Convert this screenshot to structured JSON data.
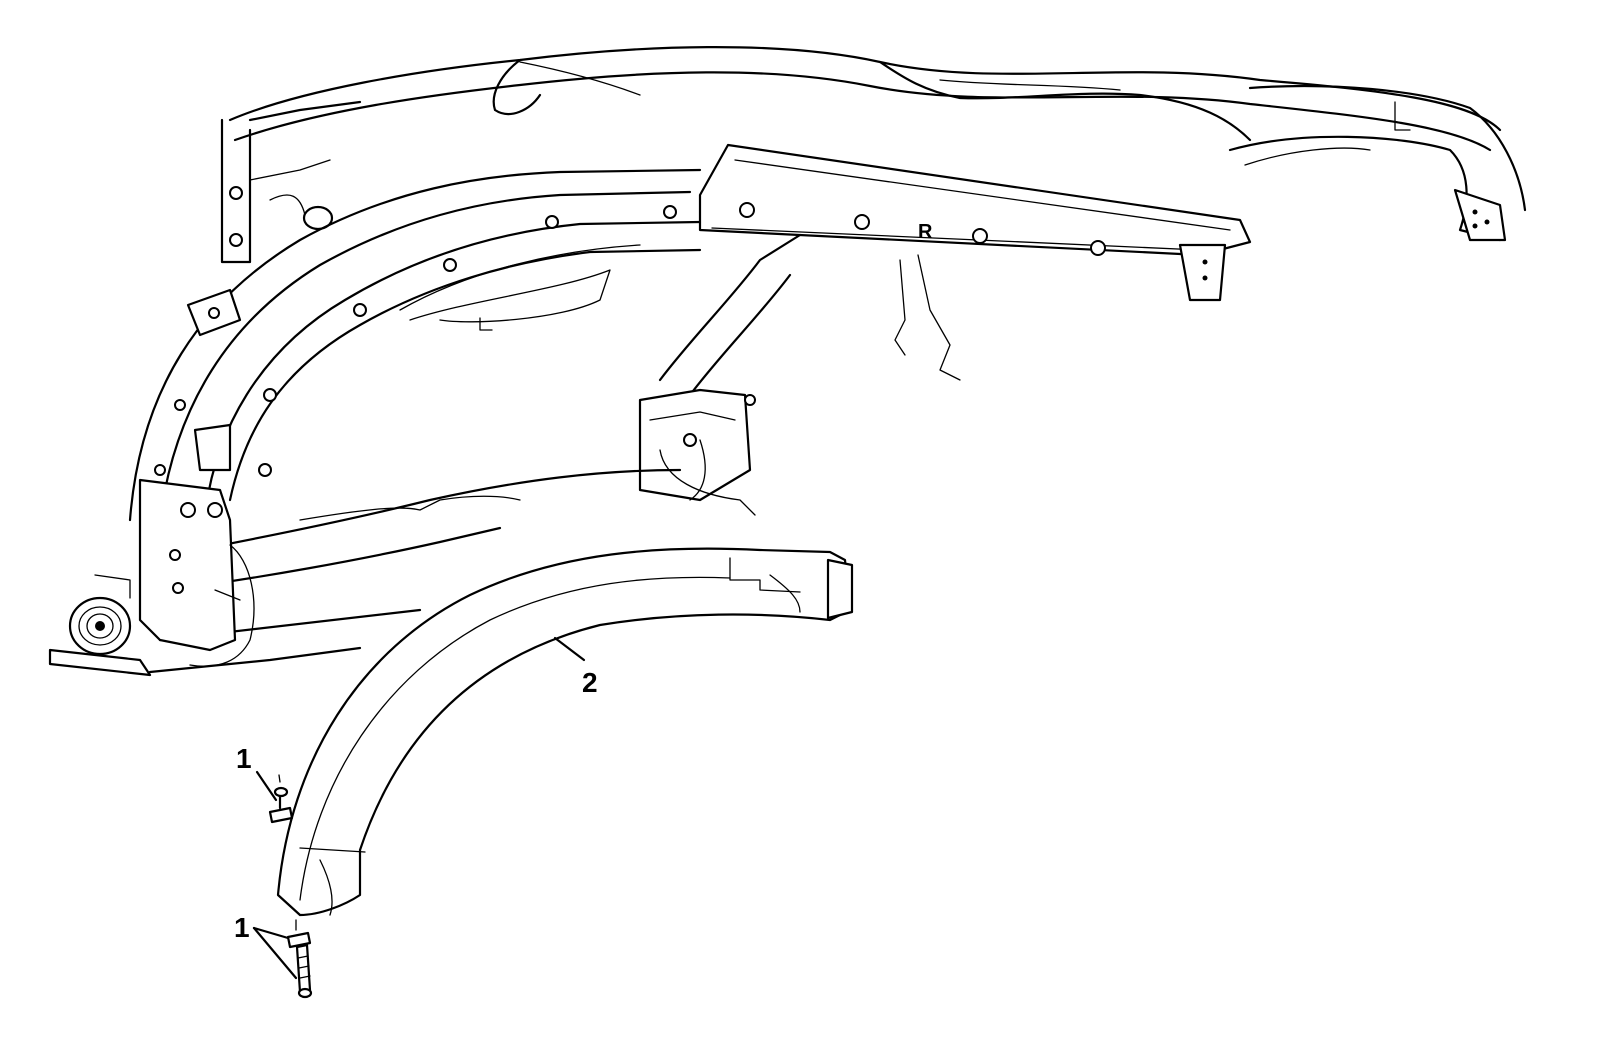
{
  "figure": {
    "callouts": {
      "fastener_top": "1",
      "fastener_bottom": "1",
      "wheelhouse_liner": "2"
    },
    "panel_mark": "R"
  }
}
